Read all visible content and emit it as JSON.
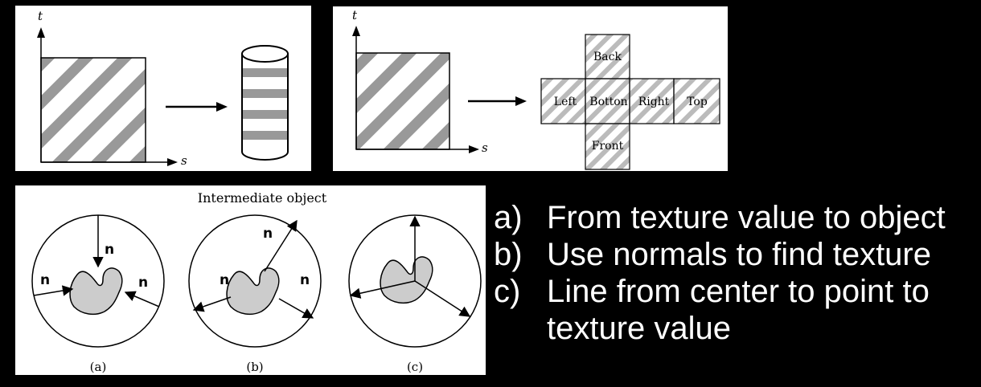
{
  "figure1": {
    "t_axis": "t",
    "s_axis": "s"
  },
  "figure2": {
    "t_axis": "t",
    "s_axis": "s",
    "faces": {
      "back": "Back",
      "left": "Left",
      "bottom": "Botton",
      "right": "Right",
      "top": "Top",
      "front": "Front"
    }
  },
  "figure3": {
    "title": "Intermediate object",
    "normal_label": "n",
    "captions": [
      "(a)",
      "(b)",
      "(c)"
    ]
  },
  "bullets": [
    {
      "label": "a)",
      "text": "From texture value to object"
    },
    {
      "label": "b)",
      "text": "Use normals to find texture"
    },
    {
      "label": "c)",
      "text": "Line from center to point to texture value"
    }
  ]
}
